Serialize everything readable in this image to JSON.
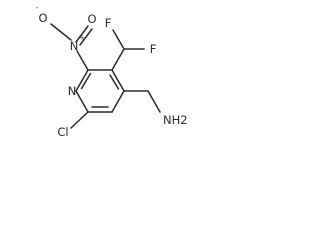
{
  "molecule": {
    "atoms": {
      "ring_n": "N",
      "chloro": "Cl",
      "fluoro_top": "F",
      "fluoro_right": "F",
      "nitro_o_upper": "O",
      "nitro_o_upper_charge": "-",
      "nitro_n": "N",
      "nitro_n_charge": "+",
      "nitro_o_lower": "O",
      "amine": "NH2"
    }
  }
}
